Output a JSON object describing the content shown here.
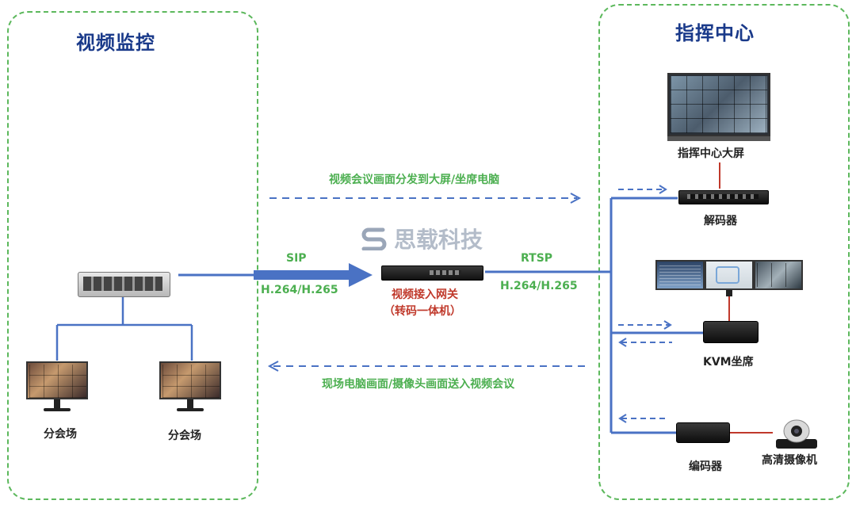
{
  "left_panel": {
    "title": "视频监控"
  },
  "right_panel": {
    "title": "指挥中心"
  },
  "watermark": {
    "text": "思载科技"
  },
  "flows": {
    "top_dashed": "视频会议画面分发到大屏/坐席电脑",
    "bottom_dashed": "现场电脑画面/摄像头画面送入视频会议",
    "sip": "SIP",
    "codec_left": "H.264/H.265",
    "rtsp": "RTSP",
    "codec_right": "H.264/H.265"
  },
  "gateway": {
    "line1": "视频接入网关",
    "line2": "（转码一体机）"
  },
  "devices": {
    "venue_1": "分会场",
    "venue_2": "分会场",
    "big_screen": "指挥中心大屏",
    "decoder": "解码器",
    "kvm": "KVM坐席",
    "encoder": "编码器",
    "hd_camera": "高清摄像机"
  },
  "colors": {
    "panel_border": "#5cb85c",
    "title": "#1a3a8a",
    "flow_line": "#4a72c4",
    "label_green": "#4caf50",
    "label_red": "#c0392b",
    "link_red": "#c0392b"
  }
}
